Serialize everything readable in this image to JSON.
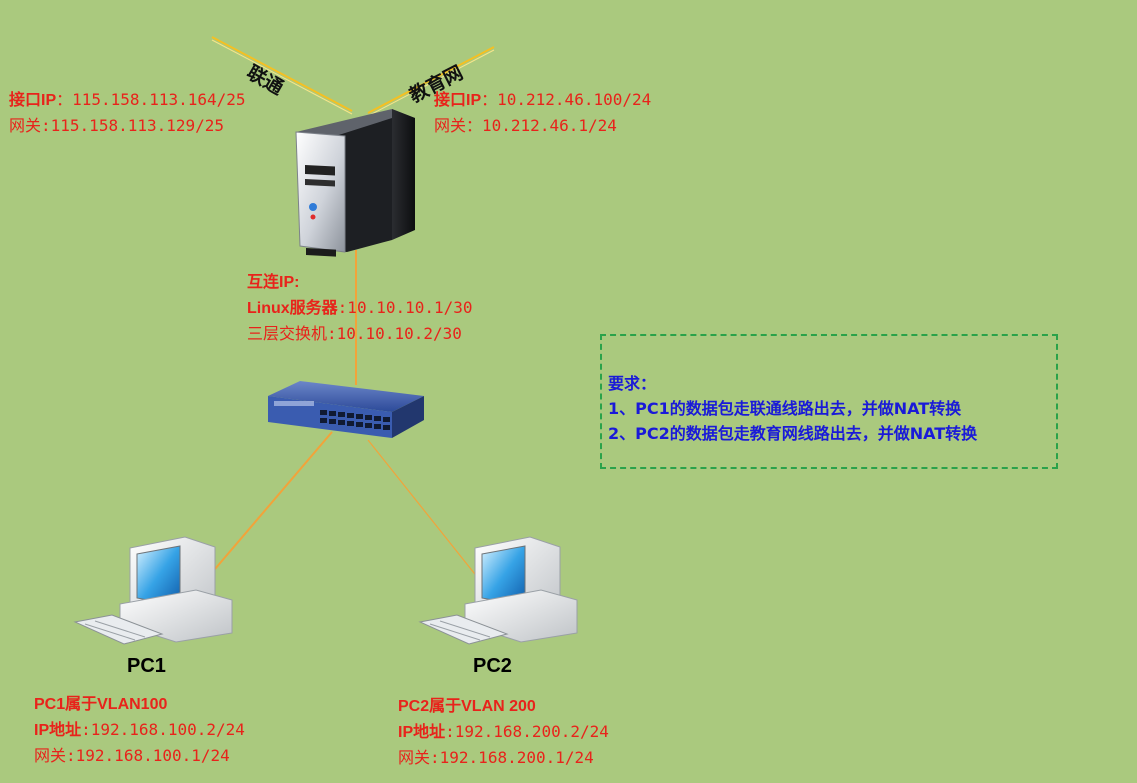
{
  "isp_links": {
    "unicom": "联通",
    "edu": "教育网"
  },
  "server": {
    "left_iface": {
      "ip_label": "接口IP",
      "ip": "：115.158.113.164/25",
      "gw_label": "网关",
      "gw": ":115.158.113.129/25"
    },
    "right_iface": {
      "ip_label": "接口IP",
      "ip": "：10.212.46.100/24",
      "gw_label": "网关",
      "gw": "：10.212.46.1/24"
    }
  },
  "interconnect": {
    "title": "互连IP:",
    "linux_label": "Linux服务器",
    "linux_ip": ":10.10.10.1/30",
    "switch_label": "三层交换机",
    "switch_ip": ":10.10.10.2/30"
  },
  "pc1": {
    "name": "PC1",
    "vlan": "PC1属于VLAN100",
    "ip_label": "IP地址",
    "ip": ":192.168.100.2/24",
    "gw_label": "网关",
    "gw": ":192.168.100.1/24"
  },
  "pc2": {
    "name": "PC2",
    "vlan": "PC2属于VLAN 200",
    "ip_label": "IP地址",
    "ip": ":192.168.200.2/24",
    "gw_label": "网关",
    "gw": ":192.168.200.1/24"
  },
  "requirements": {
    "title": "要求：",
    "items": [
      "1、PC1的数据包走联通线路出去，并做NAT转换",
      "2、PC2的数据包走教育网线路出去，并做NAT转换"
    ]
  },
  "colors": {
    "background": "#aac97e",
    "label_red": "#e8231b",
    "requirement_blue": "#1a1ad8",
    "border_green": "#2aa24a",
    "link_orange": "#f2a33a",
    "isp_yellow": "#f4c023"
  }
}
